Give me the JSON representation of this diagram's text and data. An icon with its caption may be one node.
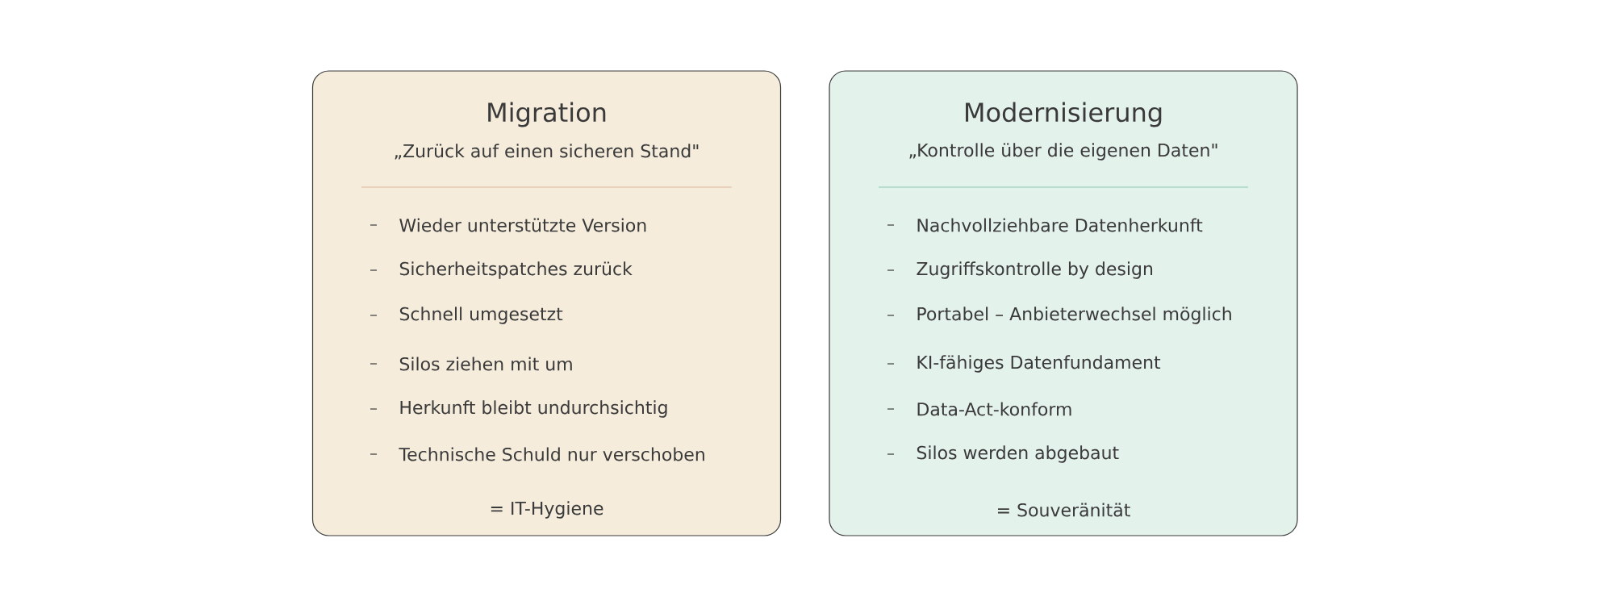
{
  "diagram": {
    "nodes": [
      {
        "text": [
          "Migration",
          "„Zurück auf einen sicheren Stand\"",
          "Wieder unterstützte Version",
          "Sicherheitspatches zurück",
          "Schnell umgesetzt",
          "Silos ziehen mit um",
          "Herkunft bleibt undurchsichtig",
          "Technische Schuld nur verschoben",
          "= IT-Hygiene"
        ]
      },
      {
        "text": [
          "Modernisierung",
          "„Kontrolle über die eigenen Daten\"",
          "Nachvollziehbare Datenherkunft",
          "Zugriffskontrolle by design",
          "Portabel – Anbieterwechsel möglich",
          "KI-fähiges Datenfundament",
          "Data-Act-konform",
          "Silos werden abgebaut",
          "= Souveränität"
        ]
      }
    ]
  }
}
